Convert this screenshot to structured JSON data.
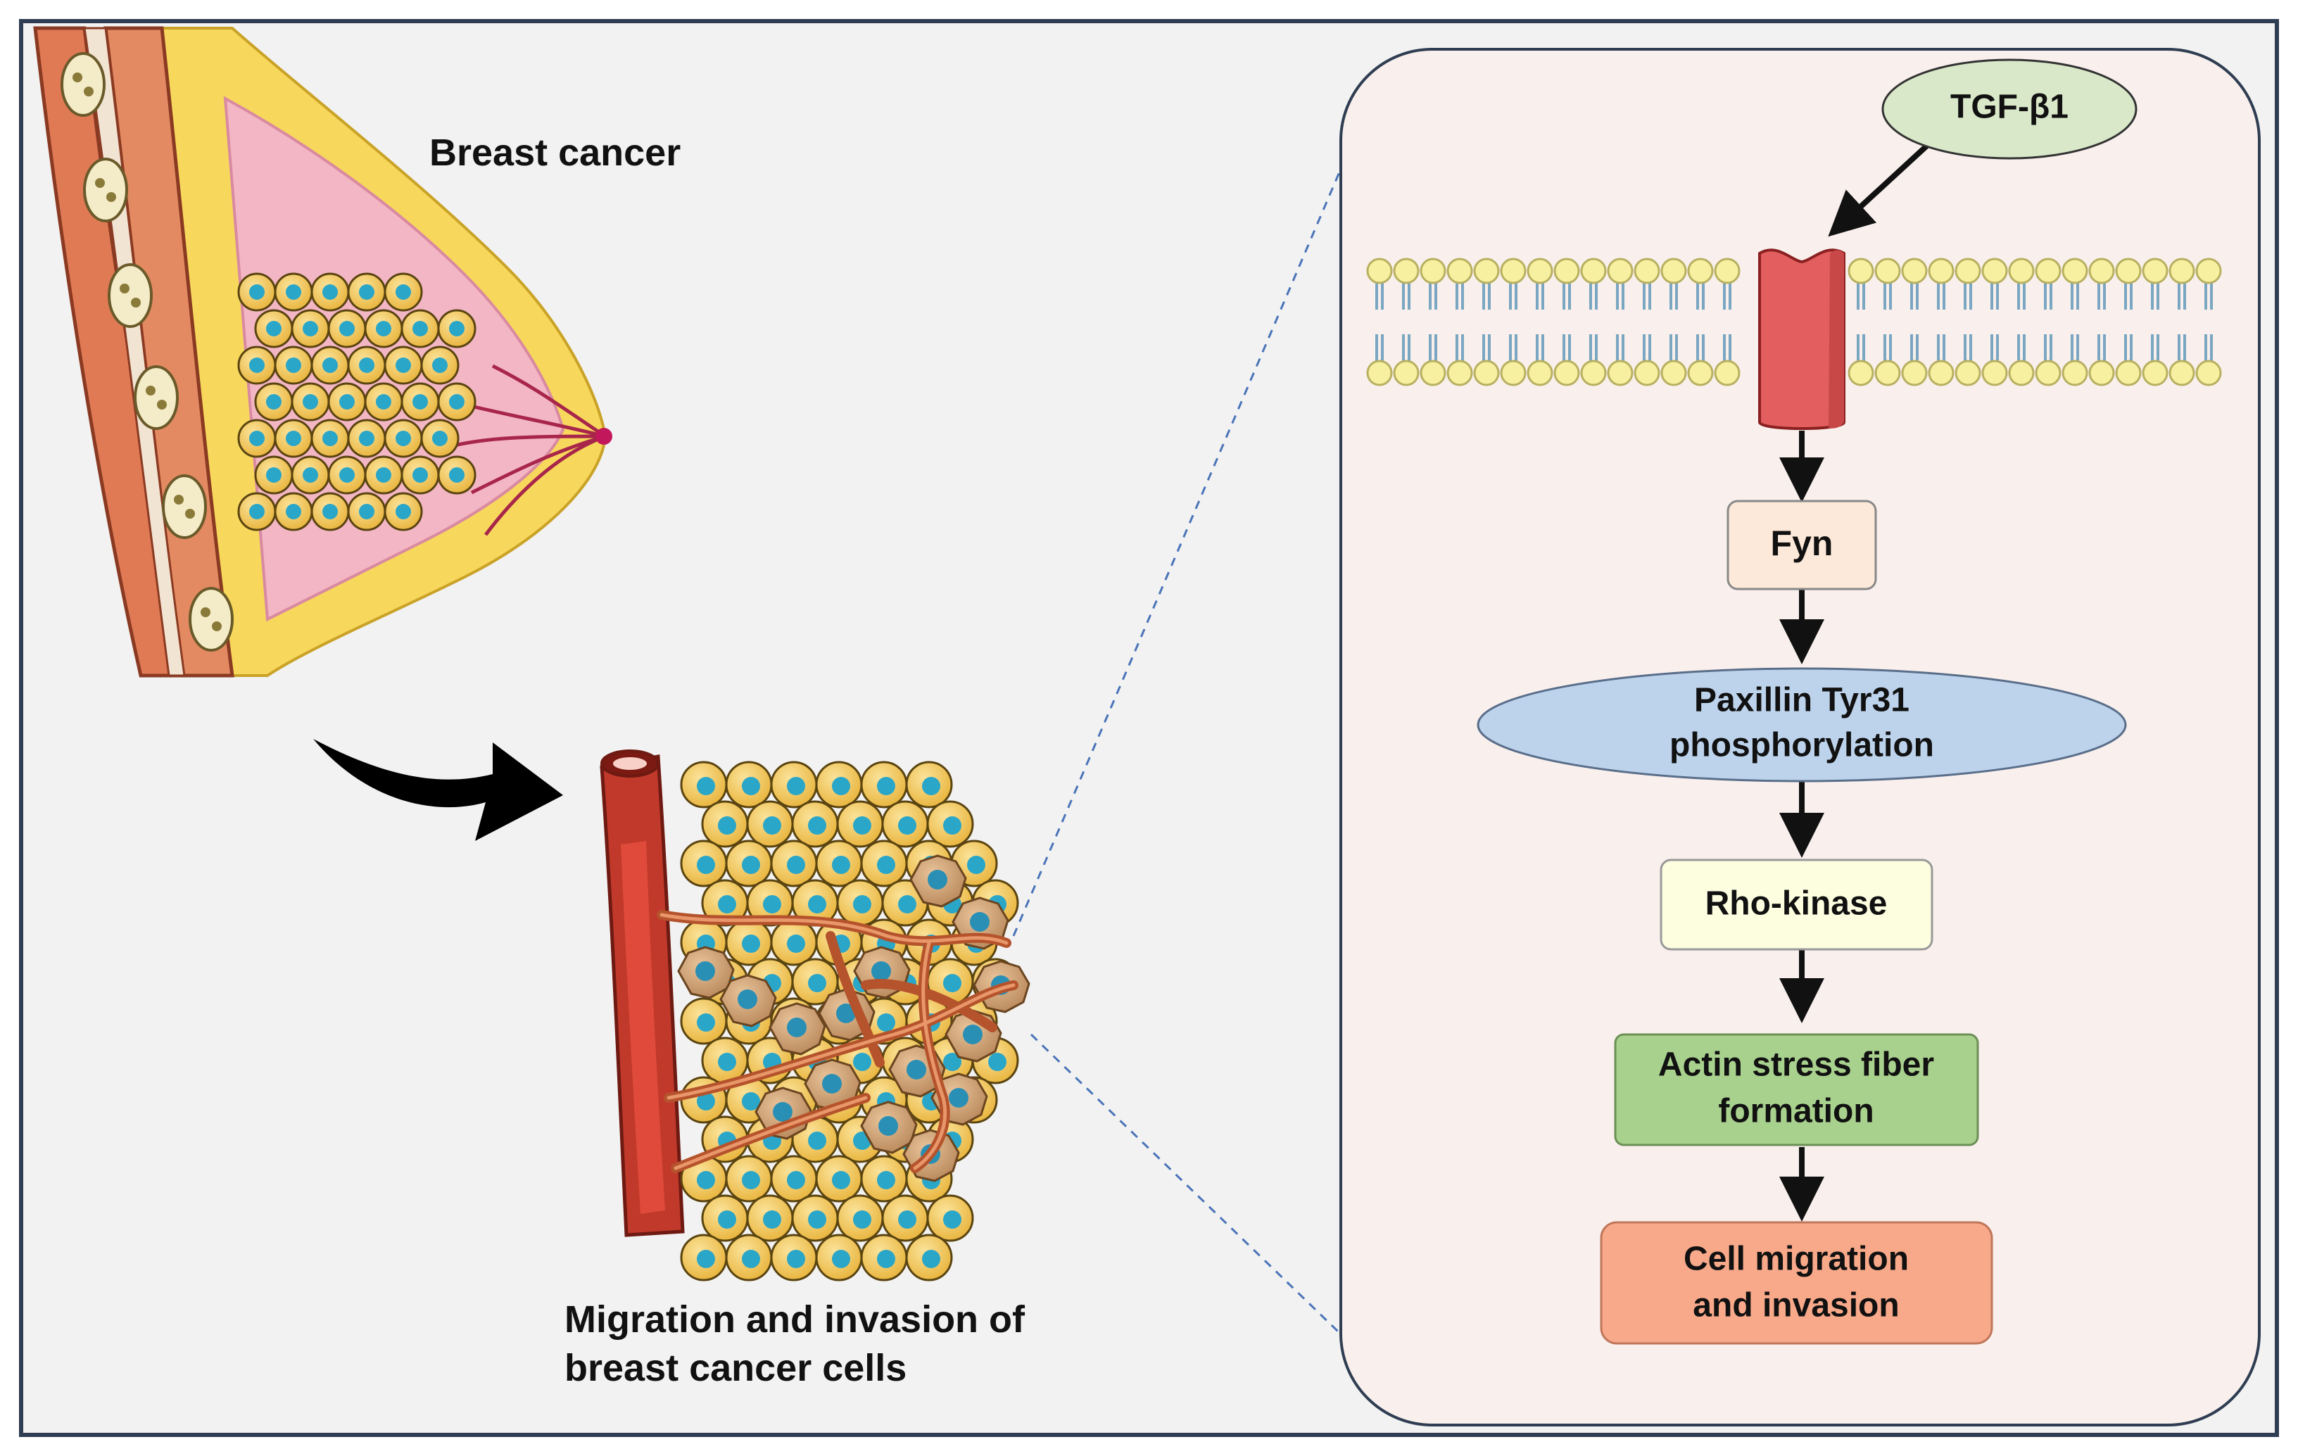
{
  "labels": {
    "breast_cancer": "Breast cancer",
    "migration_line1": "Migration and invasion of",
    "migration_line2": "breast cancer cells"
  },
  "pathway": {
    "ligand": "TGF-β1",
    "fyn": "Fyn",
    "paxillin_line1": "Paxillin Tyr31",
    "paxillin_line2": "phosphorylation",
    "rho": "Rho-kinase",
    "actin_line1": "Actin stress fiber",
    "actin_line2": "formation",
    "cell_line1": "Cell migration",
    "cell_line2": "and invasion"
  },
  "colors": {
    "background": "#f2f2f2",
    "frame": "#2f3d52",
    "panel": "#f9f0ed",
    "ligand": "#d9e8c9",
    "fyn": "#fde9d9",
    "paxillin": "#bdd3ec",
    "rho": "#fdfde0",
    "actin": "#a9d18e",
    "cell": "#f8a98a",
    "receptor": "#e35f5f",
    "lipid_head": "#f6f0a0",
    "lipid_tail": "#7aa6c2",
    "cancer_cell": "#f2c24b",
    "nucleus": "#2aa6c9",
    "vessel": "#c0392b",
    "tissue_pink": "#f3b6c5",
    "fat_yellow": "#f7d85c",
    "muscle": "#e07a55"
  }
}
